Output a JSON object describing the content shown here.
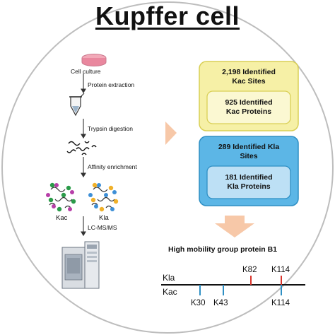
{
  "title": "Kupffer cell",
  "workflow": {
    "steps": [
      "Cell culture",
      "Protein extraction",
      "Trypsin digestion",
      "Affinity enrichment",
      "LC-MS/MS"
    ],
    "conditions": [
      "Kac",
      "Kla"
    ]
  },
  "kac_box": {
    "sites": {
      "line1": "2,198 Identified",
      "line2": "Kac Sites"
    },
    "proteins": {
      "line1": "925 Identified",
      "line2": "Kac Proteins"
    },
    "fill": "#f6f0a6",
    "border": "#d9cf55"
  },
  "kla_box": {
    "sites": {
      "line1": "289 Identified Kla",
      "line2": "Sites"
    },
    "proteins": {
      "line1": "181 Identified",
      "line2": "Kla Proteins"
    },
    "fill": "#5cb6e6",
    "border": "#2e8fc4"
  },
  "protein": {
    "title": "High mobility group protein B1",
    "track_labels": {
      "top": "Kla",
      "bottom": "Kac"
    },
    "kla_sites": [
      "K82",
      "K114"
    ],
    "kac_sites": [
      "K30",
      "K43",
      "K114"
    ],
    "kla_color": "#d9342b",
    "kac_color": "#2e8fc4"
  },
  "colors": {
    "arrow": "#f7c8a8",
    "ring": "#bdbdbd"
  }
}
